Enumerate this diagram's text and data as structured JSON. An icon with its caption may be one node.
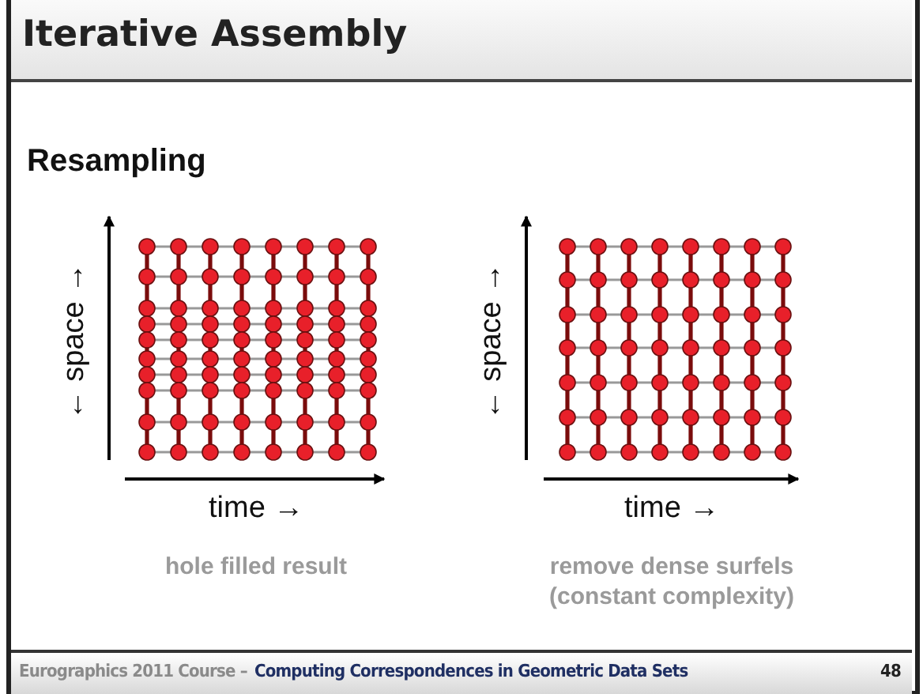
{
  "diagram": {
    "title": "Iterative Assembly",
    "labels": [
      "Resampling",
      "← space →",
      "time →",
      "hole filled result",
      "← space →",
      "time →",
      "remove dense surfels (constant complexity)",
      "Eurographics 2011 Course –",
      "Computing Correspondences in Geometric Data Sets",
      "48"
    ]
  }
}
